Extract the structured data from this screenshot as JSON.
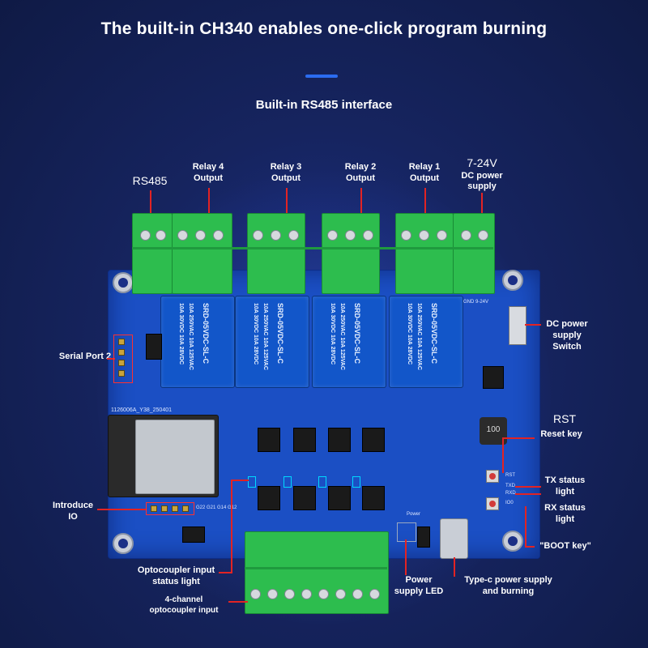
{
  "header": {
    "title": "The built-in CH340 enables one-click program burning",
    "subtitle": "Built-in RS485 interface"
  },
  "labels": {
    "rs485": "RS485",
    "relay4_line1": "Relay 4",
    "relay4_line2": "Output",
    "relay3_line1": "Relay 3",
    "relay3_line2": "Output",
    "relay2_line1": "Relay 2",
    "relay2_line2": "Output",
    "relay1_line1": "Relay 1",
    "relay1_line2": "Output",
    "dc_voltage": "7-24V",
    "dc_supply_line1": "DC power",
    "dc_supply_line2": "supply",
    "dc_switch_line1": "DC power",
    "dc_switch_line2": "supply",
    "dc_switch_line3": "Switch",
    "serial_port": "Serial Port 2",
    "rst": "RST",
    "reset_key": "Reset key",
    "tx_line1": "TX status",
    "tx_line2": "light",
    "rx_line1": "RX status",
    "rx_line2": "light",
    "boot_key": "\"BOOT key\"",
    "introduce_line1": "Introduce",
    "introduce_line2": "IO",
    "opto_light_line1": "Optocoupler input",
    "opto_light_line2": "status light",
    "opto_input_line1": "4-channel",
    "opto_input_line2": "optocoupler input",
    "power_led_line1": "Power",
    "power_led_line2": "supply LED",
    "typec_line1": "Type-c power supply",
    "typec_line2": "and burning"
  },
  "board": {
    "relay_text_1": "SRD-05VDC-SL-C",
    "relay_text_2": "10A 250VAC 10A 125VAC",
    "relay_text_3": "10A 30VDC 10A 28VDC",
    "serial": "1126006A_Y38_250401",
    "inductor": "100",
    "btn_rst": "RST",
    "led_txd": "TXD",
    "led_rxd": "RXD",
    "btn_io0": "IO0",
    "gpio_labels": "G22 G21 G14 G12",
    "power": "Power",
    "gnd_label": "GND 9-24V"
  },
  "colors": {
    "background": "#16245f",
    "board": "#1b4fc4",
    "terminal": "#2dbd4e",
    "relay": "#1256c9",
    "callout": "#e22323",
    "accent": "#2b6cf0"
  }
}
